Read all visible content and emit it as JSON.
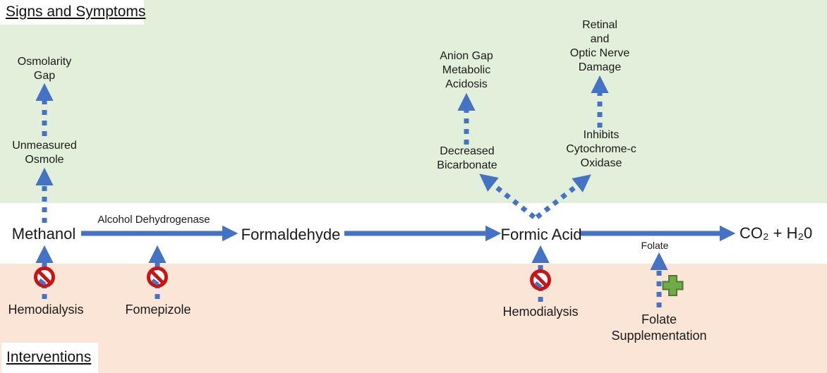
{
  "section_labels": {
    "signs": "Signs and Symptoms",
    "interventions": "Interventions"
  },
  "pathway": {
    "methanol": "Methanol",
    "formaldehyde": "Formaldehyde",
    "formic_acid": "Formic Acid",
    "co2_h2o": "CO₂ + H₂0",
    "enzyme": "Alcohol Dehydrogenase",
    "folate": "Folate"
  },
  "signs": {
    "osmolarity_gap": "Osmolarity\nGap",
    "unmeasured_osmole": "Unmeasured\nOsmole",
    "anion_gap_acidosis": "Anion Gap\nMetabolic\nAcidosis",
    "decreased_bicarbonate": "Decreased\nBicarbonate",
    "retinal_optic_damage": "Retinal\nand\nOptic Nerve\nDamage",
    "inhibits_cytochrome": "Inhibits\nCytochrome-c\nOxidase"
  },
  "interventions": {
    "hemodialysis_methanol": "Hemodialysis",
    "fomepizole": "Fomepizole",
    "hemodialysis_formic_acid": "Hemodialysis",
    "folate_supplementation": "Folate\nSupplementation"
  },
  "icons": {
    "no_symbol": "red prohibition (blocked) sign",
    "plus_symbol": "green plus (supplementation) sign"
  },
  "colors": {
    "signs_band": "#e2efda",
    "interventions_band": "#fbe5d6",
    "arrow_blue": "#4472c4",
    "prohibition_red": "#c81414",
    "plus_green": "#6fac47",
    "text": "#1a1a1a"
  }
}
